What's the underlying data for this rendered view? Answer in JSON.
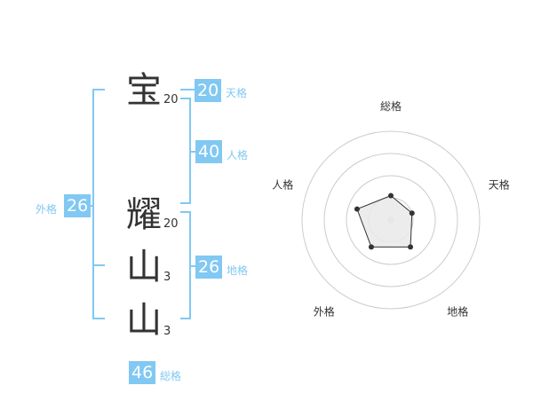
{
  "name": {
    "chars": [
      {
        "char": "宝",
        "strokes": "20"
      },
      {
        "char": "耀",
        "strokes": "20"
      },
      {
        "char": "山",
        "strokes": "3"
      },
      {
        "char": "山",
        "strokes": "3"
      }
    ]
  },
  "grades": {
    "tenkaku": {
      "value": "20",
      "label": "天格"
    },
    "jinkaku": {
      "value": "40",
      "label": "人格"
    },
    "chikaku": {
      "value": "26",
      "label": "地格"
    },
    "gaikaku": {
      "value": "26",
      "label": "外格"
    },
    "soukaku": {
      "value": "46",
      "label": "総格"
    }
  },
  "colors": {
    "accent": "#81c8f3",
    "text": "#333333",
    "radar_fill": "#e9e9e9"
  },
  "chart_data": {
    "type": "radar",
    "axes": [
      "総格",
      "天格",
      "地格",
      "外格",
      "人格"
    ],
    "rings": 4,
    "max": 4,
    "values": [
      1.1,
      1.0,
      1.5,
      1.5,
      1.6
    ]
  }
}
